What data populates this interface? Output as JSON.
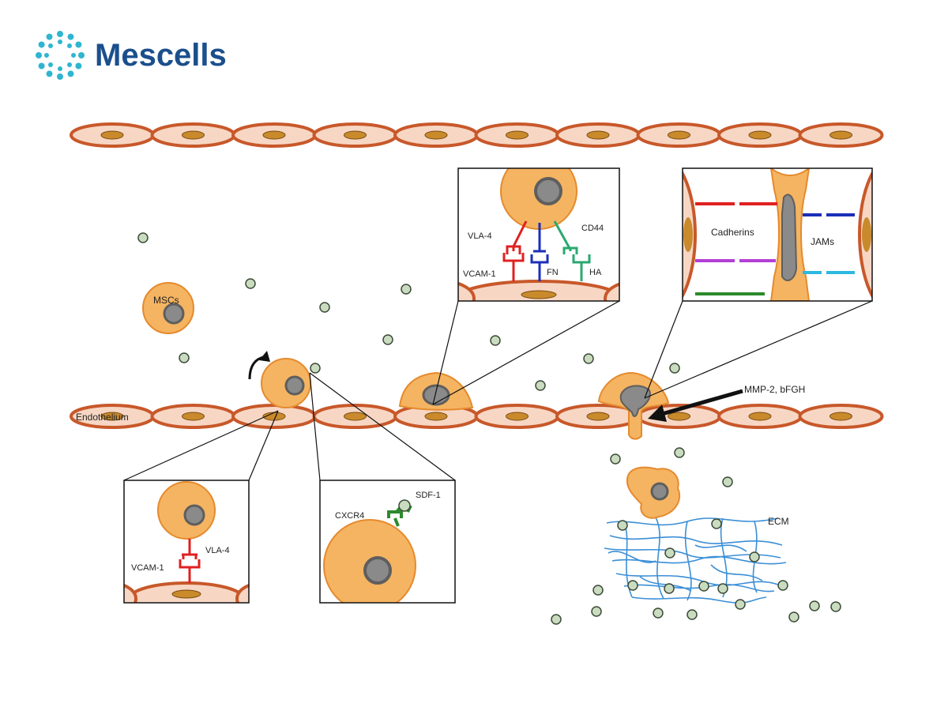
{
  "brand": {
    "name": "Mescells",
    "logo_icon": "dotted-ring-logo",
    "color": "#1b4f8c",
    "logo_color": "#2fb5d0"
  },
  "labels": {
    "mscs": "MSCs",
    "endothelium": "Endothelium",
    "mmp": "MMP-2, bFGH",
    "ecm": "ECM"
  },
  "inset_vla4": {
    "ligand": "VLA-4",
    "receptor": "VCAM-1"
  },
  "inset_cxcr4": {
    "ligand": "SDF-1",
    "receptor": "CXCR4"
  },
  "inset_rolling": {
    "vla4": "VLA-4",
    "vcam1": "VCAM-1",
    "fn": "FN",
    "cd44": "CD44",
    "ha": "HA"
  },
  "inset_junctions": {
    "cadherins": "Cadherins",
    "jams": "JAMs"
  },
  "colors": {
    "cell_fill": "#f5b461",
    "cell_stroke": "#e58a2e",
    "nucleus_fill": "#8a8a8a",
    "endothelial_fill": "#f7d7c4",
    "endothelial_stroke": "#c8582a",
    "endothelial_nucleus": "#c98a2c",
    "particle_fill": "#c9dcc0",
    "particle_stroke": "#3c4a38",
    "ecm_fiber": "#3b8fd6",
    "red": "#e02020",
    "blue": "#1a2fb8",
    "green": "#2aa870",
    "dark_green": "#2c8a2c",
    "purple": "#b43fd6",
    "cyan": "#2cb8e0"
  }
}
